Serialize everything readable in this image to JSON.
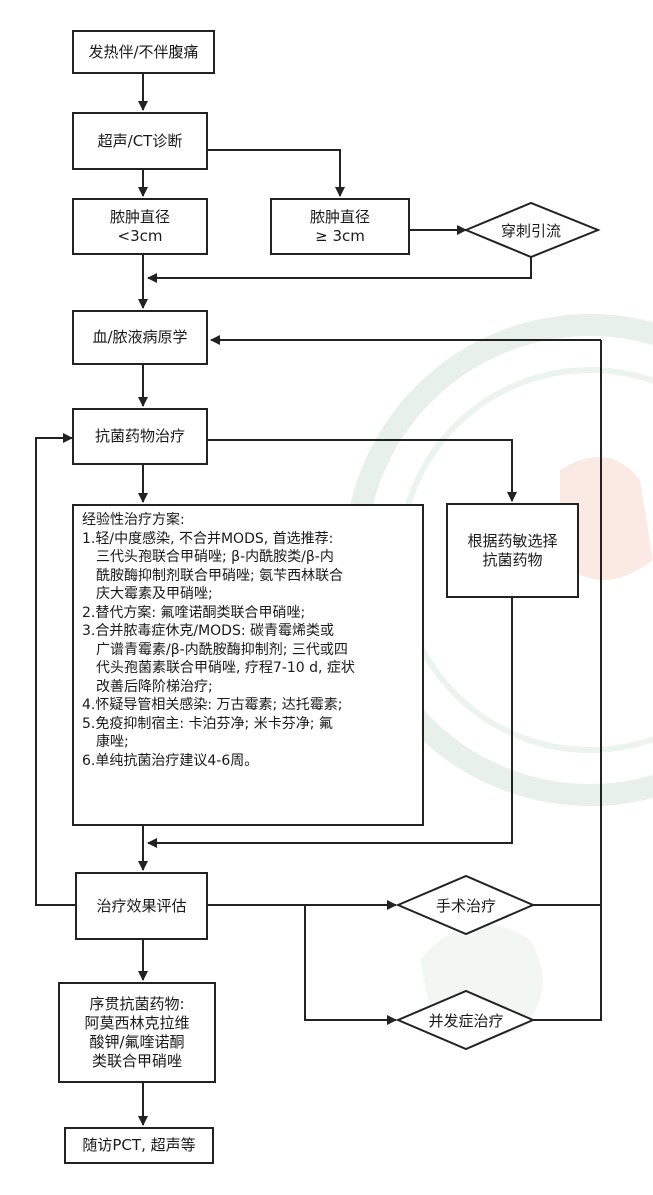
{
  "nodes": {
    "fever": "发热伴/不伴腹痛",
    "diagnosis": "超声/CT诊断",
    "small_line1": "脓肿直径",
    "small_line2": "<3cm",
    "large_line1": "脓肿直径",
    "large_line2": "≥ 3cm",
    "drainage": "穿刺引流",
    "pathogen": "血/脓液病原学",
    "antibiotic": "抗菌药物治疗",
    "sensitivity_line1": "根据药敏选择",
    "sensitivity_line2": "抗菌药物",
    "evaluation": "治疗效果评估",
    "surgery": "手术治疗",
    "complication": "并发症治疗",
    "sequential_lines": [
      "序贯抗菌药物:",
      "阿莫西林克拉维",
      "酸钾/氟喹诺酮",
      "类联合甲硝唑"
    ],
    "followup": "随访PCT, 超声等"
  },
  "empirical": {
    "lines": [
      "经验性治疗方案:",
      "1.轻/中度感染, 不合并MODS, 首选推荐:",
      "三代头孢联合甲硝唑; β-内酰胺类/β-内",
      "酰胺酶抑制剂联合甲硝唑; 氨苄西林联合",
      "庆大霉素及甲硝唑;",
      "2.替代方案: 氟喹诺酮类联合甲硝唑;",
      "3.合并脓毒症休克/MODS: 碳青霉烯类或",
      "广谱青霉素/β-内酰胺酶抑制剂; 三代或四",
      "代头孢菌素联合甲硝唑, 疗程7-10 d, 症状",
      "改善后降阶梯治疗;",
      "4.怀疑导管相关感染: 万古霉素; 达托霉素;",
      "5.免疫抑制宿主: 卡泊芬净; 米卡芬净; 氟",
      "康唑;",
      "6.单纯抗菌治疗建议4-6周。"
    ]
  },
  "colors": {
    "line": "#222222",
    "watermark": "#bcd6c8"
  }
}
